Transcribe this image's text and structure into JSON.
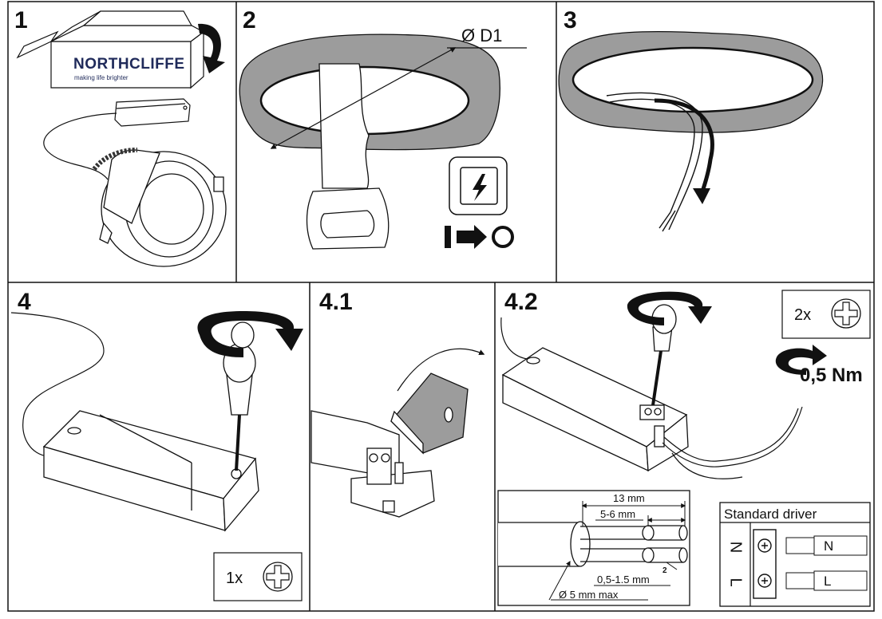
{
  "panels": {
    "p1": {
      "number": "1",
      "brand": "NORTHCLIFFE",
      "tagline": "making life brighter"
    },
    "p2": {
      "number": "2",
      "dimension_label": "Ø D1"
    },
    "p3": {
      "number": "3"
    },
    "p4": {
      "number": "4",
      "screw_count": "1x"
    },
    "p41": {
      "number": "4.1"
    },
    "p42": {
      "number": "4.2",
      "screw_count": "2x",
      "torque": "0,5 Nm",
      "strip_total": "13 mm",
      "strip_core": "5-6 mm",
      "cross_section": "0,5-1.5 mm",
      "cross_section_sup": "2",
      "cable_diameter": "Ø 5 mm max"
    }
  },
  "driver_table": {
    "title": "Standard driver",
    "rows": [
      {
        "terminal": "N",
        "wire": "N"
      },
      {
        "terminal": "L",
        "wire": "L"
      }
    ]
  },
  "colors": {
    "line": "#111111",
    "fill_grey": "#9c9c9c",
    "brand": "#1f2a5a"
  }
}
